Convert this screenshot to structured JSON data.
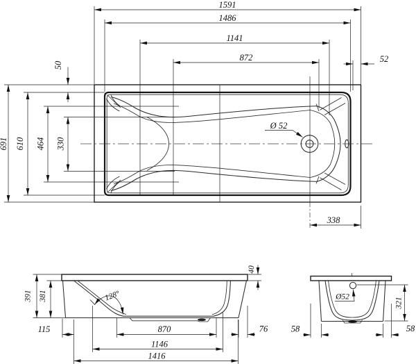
{
  "colors": {
    "ink": "#1c1c1c",
    "background": "#ffffff"
  },
  "views": {
    "top": {
      "dims": {
        "d1591": "1591",
        "d1486": "1486",
        "d1141": "1141",
        "d872": "872",
        "d52": "52",
        "d50": "50",
        "d691": "691",
        "d610": "610",
        "d464": "464",
        "d330": "330",
        "drain": "Ø 52",
        "d338": "338"
      }
    },
    "side": {
      "dims": {
        "d40": "40",
        "d391": "391",
        "d381": "381",
        "angle": "128°",
        "d115": "115",
        "d870": "870",
        "d76": "76",
        "d1146": "1146",
        "d1416": "1416"
      }
    },
    "end": {
      "dims": {
        "overflow": "Ø52",
        "d321": "321",
        "d58l": "58",
        "d58r": "58"
      }
    }
  }
}
